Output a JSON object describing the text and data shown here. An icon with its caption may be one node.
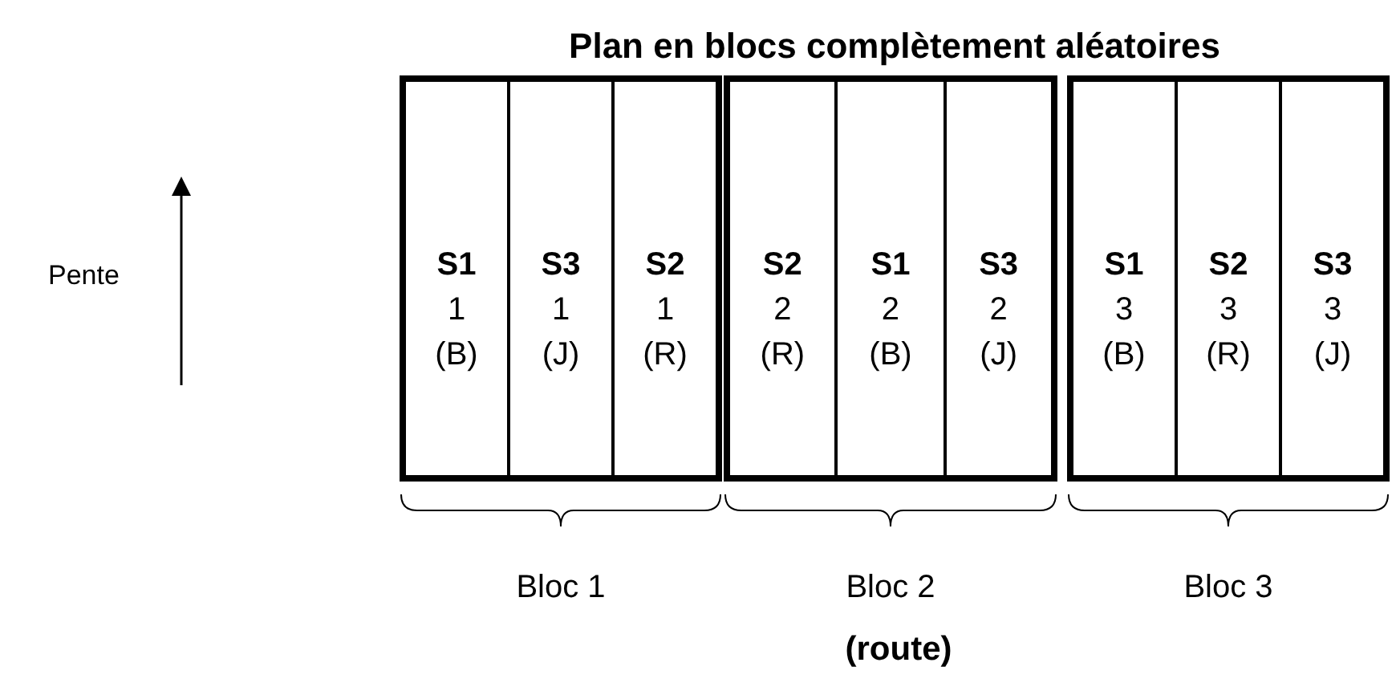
{
  "diagram": {
    "title": "Plan en blocs complètement aléatoires",
    "nodes": [
      {
        "text": [],
        "shape": "box",
        "beside": [
          "Bloc 1"
        ]
      },
      {
        "text": [
          "S1",
          "1",
          "(B)"
        ],
        "in": 0
      },
      {
        "text": [
          "S3",
          "1",
          "(J)"
        ],
        "in": 0
      },
      {
        "text": [
          "S2",
          "1",
          "(R)"
        ],
        "in": 0
      },
      {
        "text": [],
        "shape": "box",
        "beside": [
          "Bloc 2"
        ]
      },
      {
        "text": [
          "S2",
          "2",
          "(R)"
        ],
        "in": 4
      },
      {
        "text": [
          "S1",
          "2",
          "(B)"
        ],
        "in": 4
      },
      {
        "text": [
          "S3",
          "2",
          "(J)"
        ],
        "in": 4
      },
      {
        "text": [],
        "shape": "box",
        "beside": [
          "Bloc 3"
        ]
      },
      {
        "text": [
          "S1",
          "3",
          "(B)"
        ],
        "in": 8
      },
      {
        "text": [
          "S2",
          "3",
          "(R)"
        ],
        "in": 8
      },
      {
        "text": [
          "S3",
          "3",
          "(J)"
        ],
        "in": 8
      }
    ],
    "labels": [
      "Pente",
      "(route)"
    ]
  }
}
